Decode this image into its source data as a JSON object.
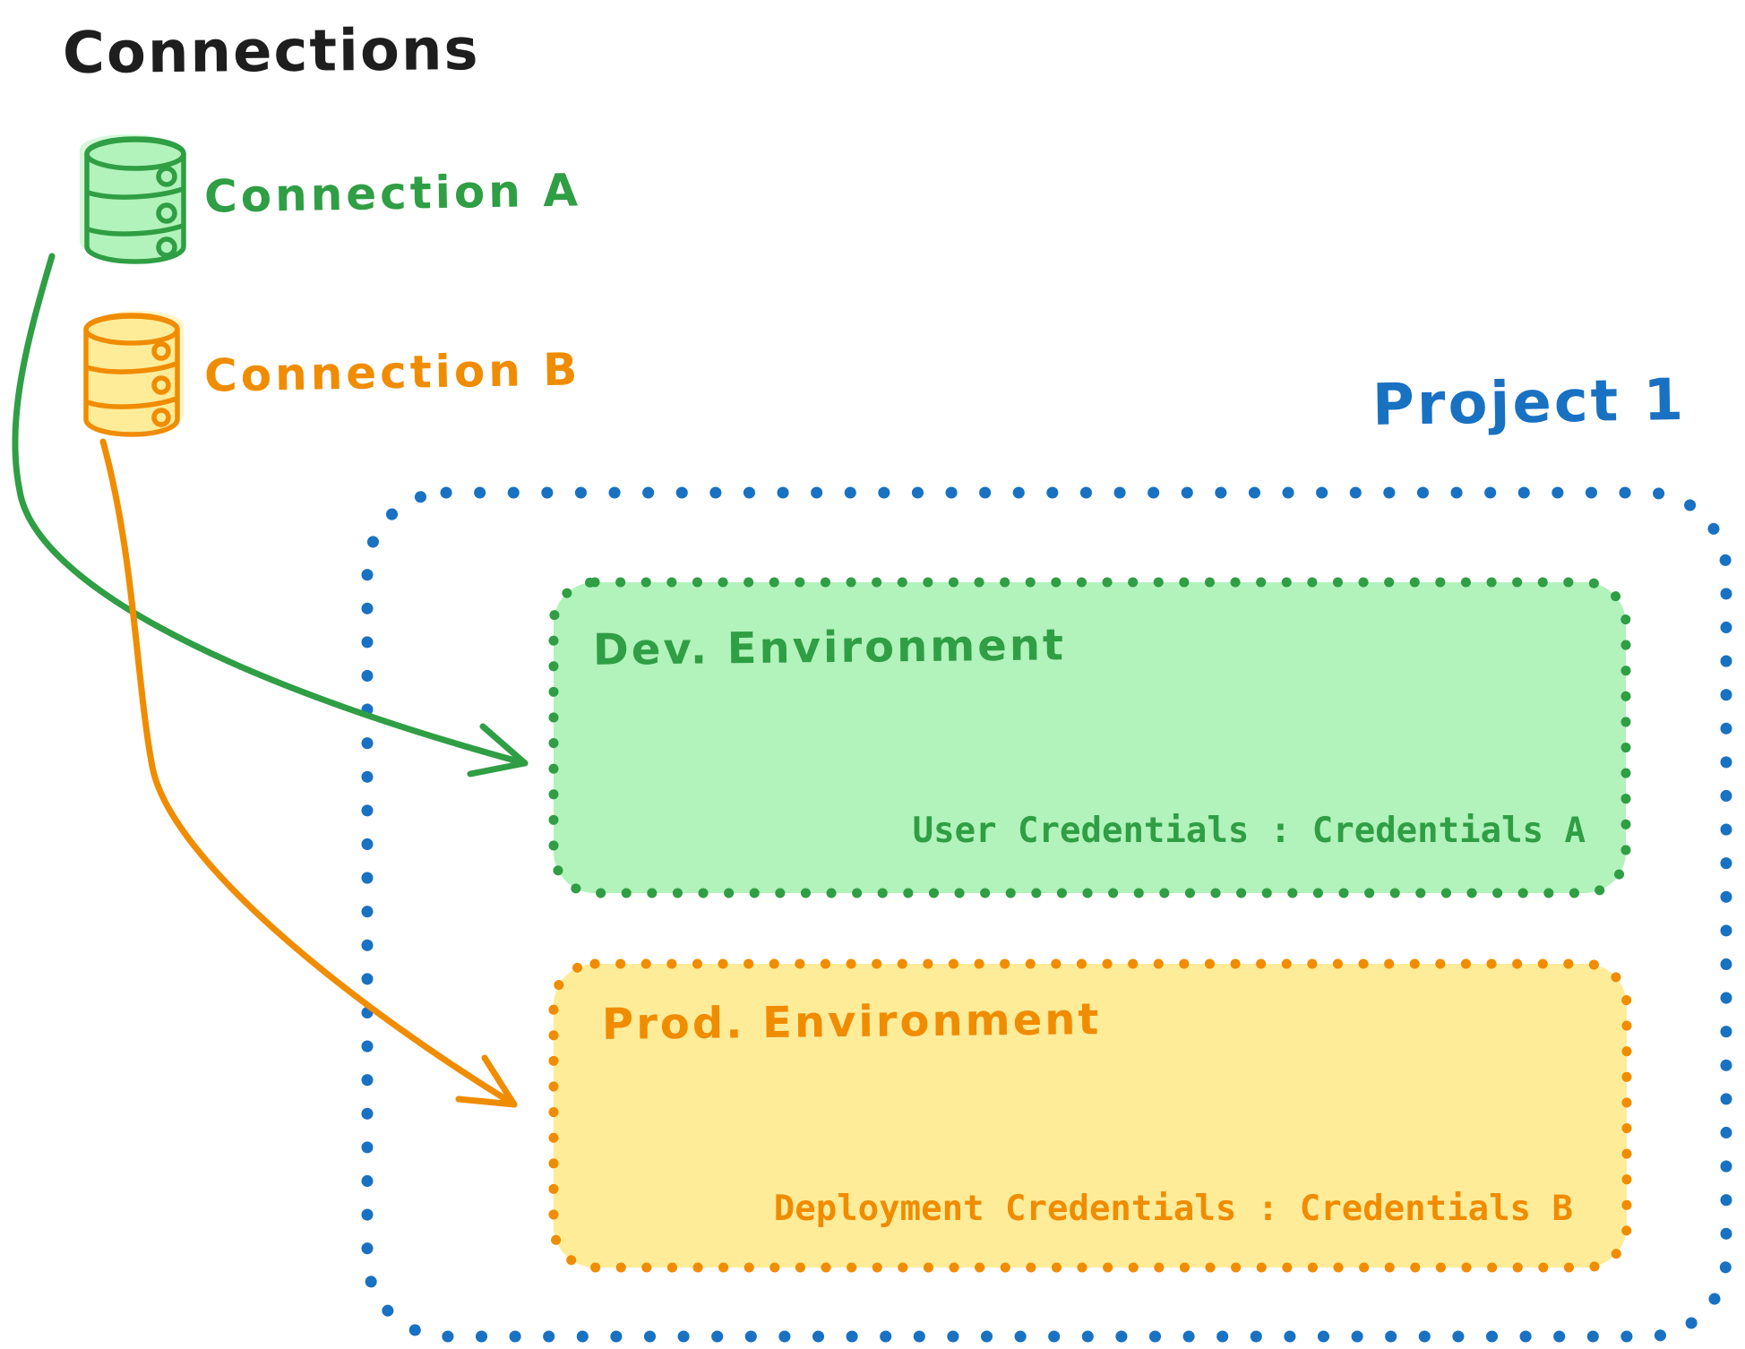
{
  "title": "Connections",
  "colors": {
    "text_black": "#1e1e1e",
    "green_stroke": "#2f9e44",
    "green_fill": "#b2f2bb",
    "orange_stroke": "#f08c00",
    "orange_fill": "#ffec99",
    "blue_stroke": "#1971c2",
    "white": "#ffffff"
  },
  "icons": {
    "connection_a": "database-icon",
    "connection_b": "database-icon"
  },
  "connections": [
    {
      "label": "Connection A",
      "color": "#2f9e44"
    },
    {
      "label": "Connection B",
      "color": "#f08c00"
    }
  ],
  "project": {
    "title": "Project 1",
    "environments": [
      {
        "title": "Dev. Environment",
        "credentials": "User Credentials : Credentials A",
        "accent": "#2f9e44",
        "fill": "#b2f2bb"
      },
      {
        "title": "Prod. Environment",
        "credentials": "Deployment Credentials : Credentials B",
        "accent": "#f08c00",
        "fill": "#ffec99"
      }
    ]
  }
}
